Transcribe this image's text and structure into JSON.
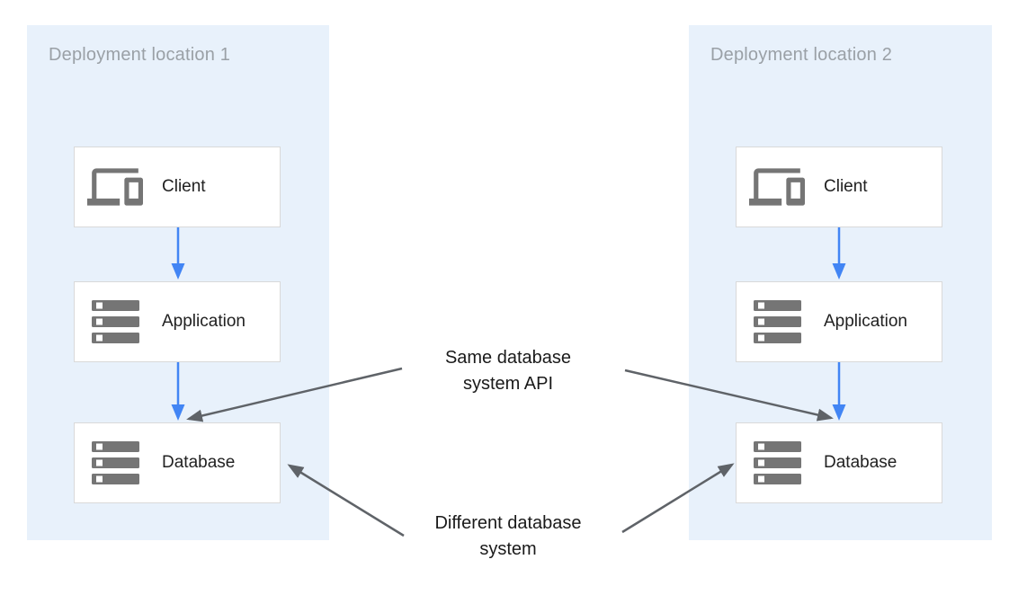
{
  "colors": {
    "panel_bg": "#e8f1fb",
    "box_bg": "#ffffff",
    "box_border": "#d9d9d9",
    "flow_arrow": "#4285f4",
    "annotation_arrow": "#5f6368",
    "icon": "#757575",
    "title_text": "#9aa0a6",
    "label_text": "#212121",
    "annotation_text": "#1a1a1a"
  },
  "locations": [
    {
      "title": "Deployment location 1",
      "nodes": [
        {
          "label": "Client",
          "icon": "devices-icon"
        },
        {
          "label": "Application",
          "icon": "server-stack-icon"
        },
        {
          "label": "Database",
          "icon": "server-stack-icon"
        }
      ]
    },
    {
      "title": "Deployment location 2",
      "nodes": [
        {
          "label": "Client",
          "icon": "devices-icon"
        },
        {
          "label": "Application",
          "icon": "server-stack-icon"
        },
        {
          "label": "Database",
          "icon": "server-stack-icon"
        }
      ]
    }
  ],
  "annotations": [
    {
      "label": "Same database\nsystem API"
    },
    {
      "label": "Different database\nsystem"
    }
  ]
}
